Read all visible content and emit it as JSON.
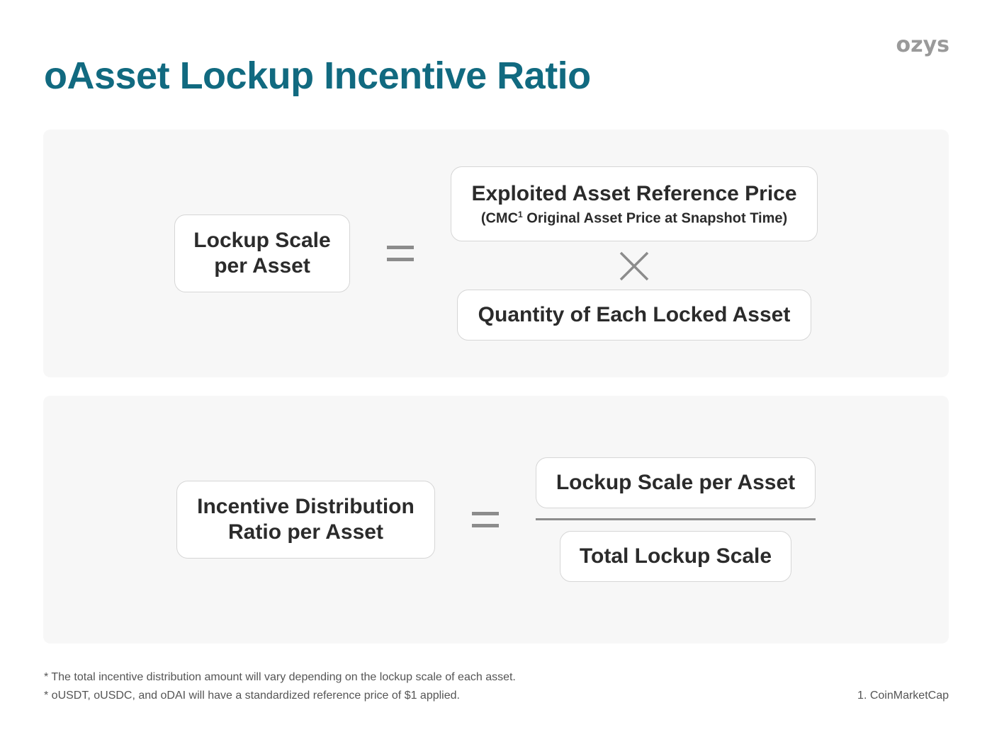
{
  "header": {
    "logo_text": "ozys",
    "title": "oAsset Lockup Incentive Ratio"
  },
  "formula_1": {
    "lhs": [
      "Lockup Scale",
      "per Asset"
    ],
    "operator": "=",
    "factor_1": {
      "main": "Exploited Asset Reference Price",
      "sub_prefix": "(CMC",
      "sub_sup": "1",
      "sub_suffix": " Original Asset Price at Snapshot Time)"
    },
    "multiply": "×",
    "factor_2": "Quantity of Each Locked Asset"
  },
  "formula_2": {
    "lhs": [
      "Incentive Distribution",
      "Ratio per Asset"
    ],
    "operator": "=",
    "numerator": "Lockup Scale per Asset",
    "denominator": "Total Lockup Scale"
  },
  "footnotes": [
    "* The total incentive distribution amount will vary depending on the lockup scale of each asset.",
    "* oUSDT, oUSDC, and oDAI will have a standardized reference price of $1 applied."
  ],
  "reference": "1. CoinMarketCap",
  "colors": {
    "title": "#116a80",
    "panel": "#f7f7f7",
    "operator": "#8c8c8c",
    "logo": "#9a9a9a"
  }
}
